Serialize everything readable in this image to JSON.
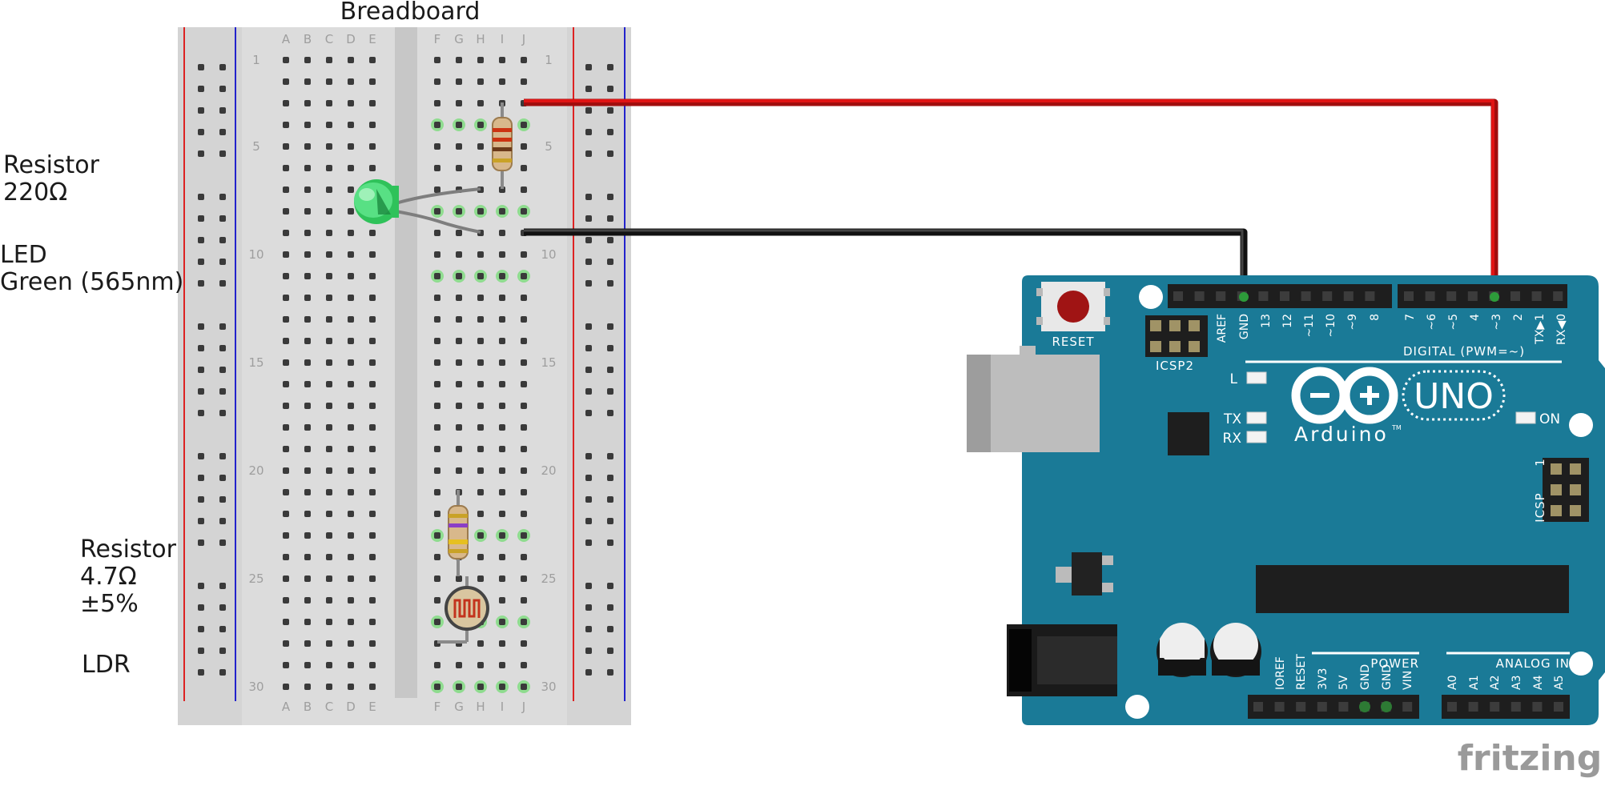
{
  "title": "Breadboard",
  "labels": {
    "resistor1": [
      "Resistor",
      "220Ω"
    ],
    "led": [
      "LED",
      "Green (565nm)"
    ],
    "resistor2": [
      "Resistor",
      "4.7Ω",
      "±5%"
    ],
    "ldr": "LDR"
  },
  "breadboard": {
    "columns_left": [
      "A",
      "B",
      "C",
      "D",
      "E"
    ],
    "columns_right": [
      "F",
      "G",
      "H",
      "I",
      "J"
    ],
    "row_numbers": [
      "1",
      "5",
      "10",
      "15",
      "20",
      "25",
      "30"
    ]
  },
  "arduino": {
    "reset": "RESET",
    "icsp2": "ICSP2",
    "icsp": "ICSP",
    "icsp_pin1": "1",
    "digital_heading": "DIGITAL (PWM=~)",
    "digital_pins": [
      "AREF",
      "GND",
      "13",
      "12",
      "~11",
      "~10",
      "~9",
      "8",
      "7",
      "~6",
      "~5",
      "4",
      "~3",
      "2",
      "TX▶1",
      "RX◀0"
    ],
    "led_l": "L",
    "led_tx": "TX",
    "led_rx": "RX",
    "led_on": "ON",
    "brand": "Arduino",
    "tm": "TM",
    "model": "UNO",
    "power_heading": "POWER",
    "power_pins": [
      "IOREF",
      "RESET",
      "3V3",
      "5V",
      "GND",
      "GND",
      "VIN"
    ],
    "analog_heading": "ANALOG IN",
    "analog_pins": [
      "A0",
      "A1",
      "A2",
      "A3",
      "A4",
      "A5"
    ]
  },
  "watermark": "fritzing",
  "colors": {
    "board": "#1a7a97",
    "breadboard": "#dcdcdc",
    "wire_signal": "#cc1111",
    "wire_ground": "#1e1e1e",
    "led": "#3ad36a"
  }
}
